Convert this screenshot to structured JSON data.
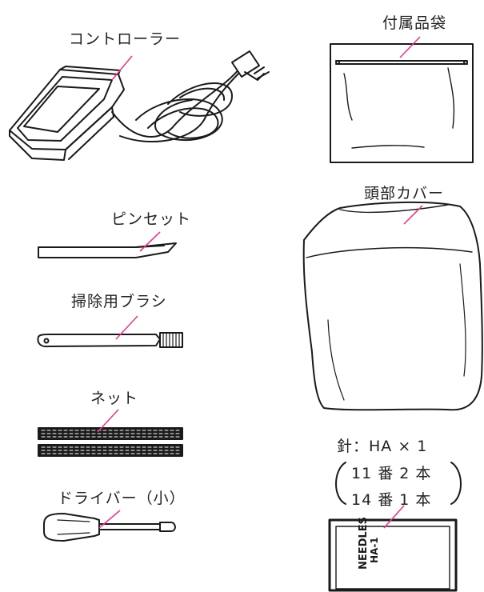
{
  "accessories": {
    "foot_controller": "コントローラー",
    "accessory_bag": "付属品袋",
    "tweezers": "ピンセット",
    "head_cover": "頭部カバー",
    "cleaning_brush": "掃除用ブラシ",
    "net": "ネット",
    "screwdriver_small": "ドライバー（小）",
    "needles_title": "針：HA × 1",
    "needles_line1": "11 番 2 本",
    "needles_line2": "14 番 1 本",
    "needle_pack_text1": "NEEDLES",
    "needle_pack_text2": "HA-1"
  },
  "colors": {
    "leader_line": "#e8388a",
    "ink": "#1a1a1a"
  }
}
